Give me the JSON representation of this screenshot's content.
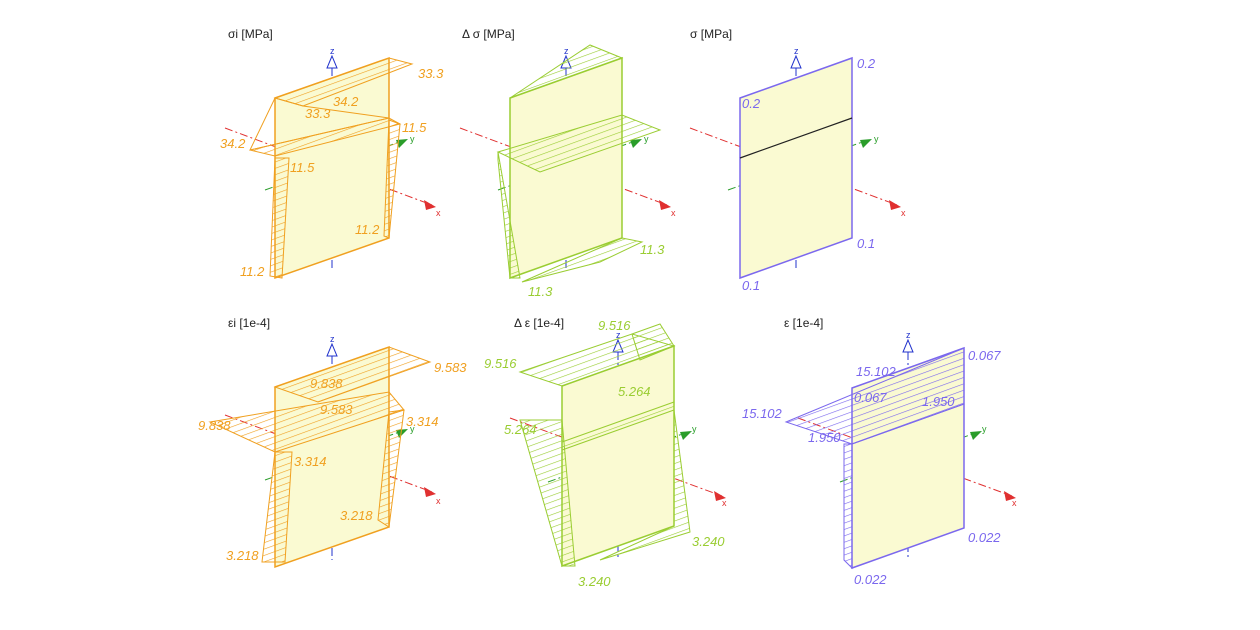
{
  "colors": {
    "orange": "#f0a020",
    "green": "#9acd32",
    "purple": "#7b68ee",
    "fill": "#fafad2",
    "axis_x": "#e03030",
    "axis_y": "#2a9d2a",
    "axis_z": "#2233cc"
  },
  "axes": {
    "x": "x",
    "y": "y",
    "z": "z"
  },
  "panels": [
    {
      "id": "sigma-i",
      "title": "σi [MPa]",
      "color": "orange",
      "labels": [
        "33.3",
        "34.2",
        "33.3",
        "34.2",
        "11.5",
        "11.5",
        "11.2",
        "11.2"
      ]
    },
    {
      "id": "delta-sigma",
      "title": "Δ σ [MPa]",
      "color": "green",
      "labels": [
        "11.3",
        "11.3"
      ]
    },
    {
      "id": "sigma",
      "title": "σ [MPa]",
      "color": "purple",
      "labels": [
        "0.2",
        "0.2",
        "0.1",
        "0.1"
      ]
    },
    {
      "id": "eps-i",
      "title": "εi [1e-4]",
      "color": "orange",
      "labels": [
        "9.583",
        "9.838",
        "9.583",
        "9.838",
        "3.314",
        "3.314",
        "3.218",
        "3.218"
      ]
    },
    {
      "id": "delta-eps",
      "title": "Δ ε [1e-4]",
      "color": "green",
      "labels": [
        "9.516",
        "9.516",
        "5.264",
        "5.264",
        "3.240",
        "3.240"
      ]
    },
    {
      "id": "eps",
      "title": "ε [1e-4]",
      "color": "purple",
      "labels": [
        "0.067",
        "15.102",
        "0.067",
        "15.102",
        "1.950",
        "1.950",
        "0.022",
        "0.022"
      ]
    }
  ]
}
